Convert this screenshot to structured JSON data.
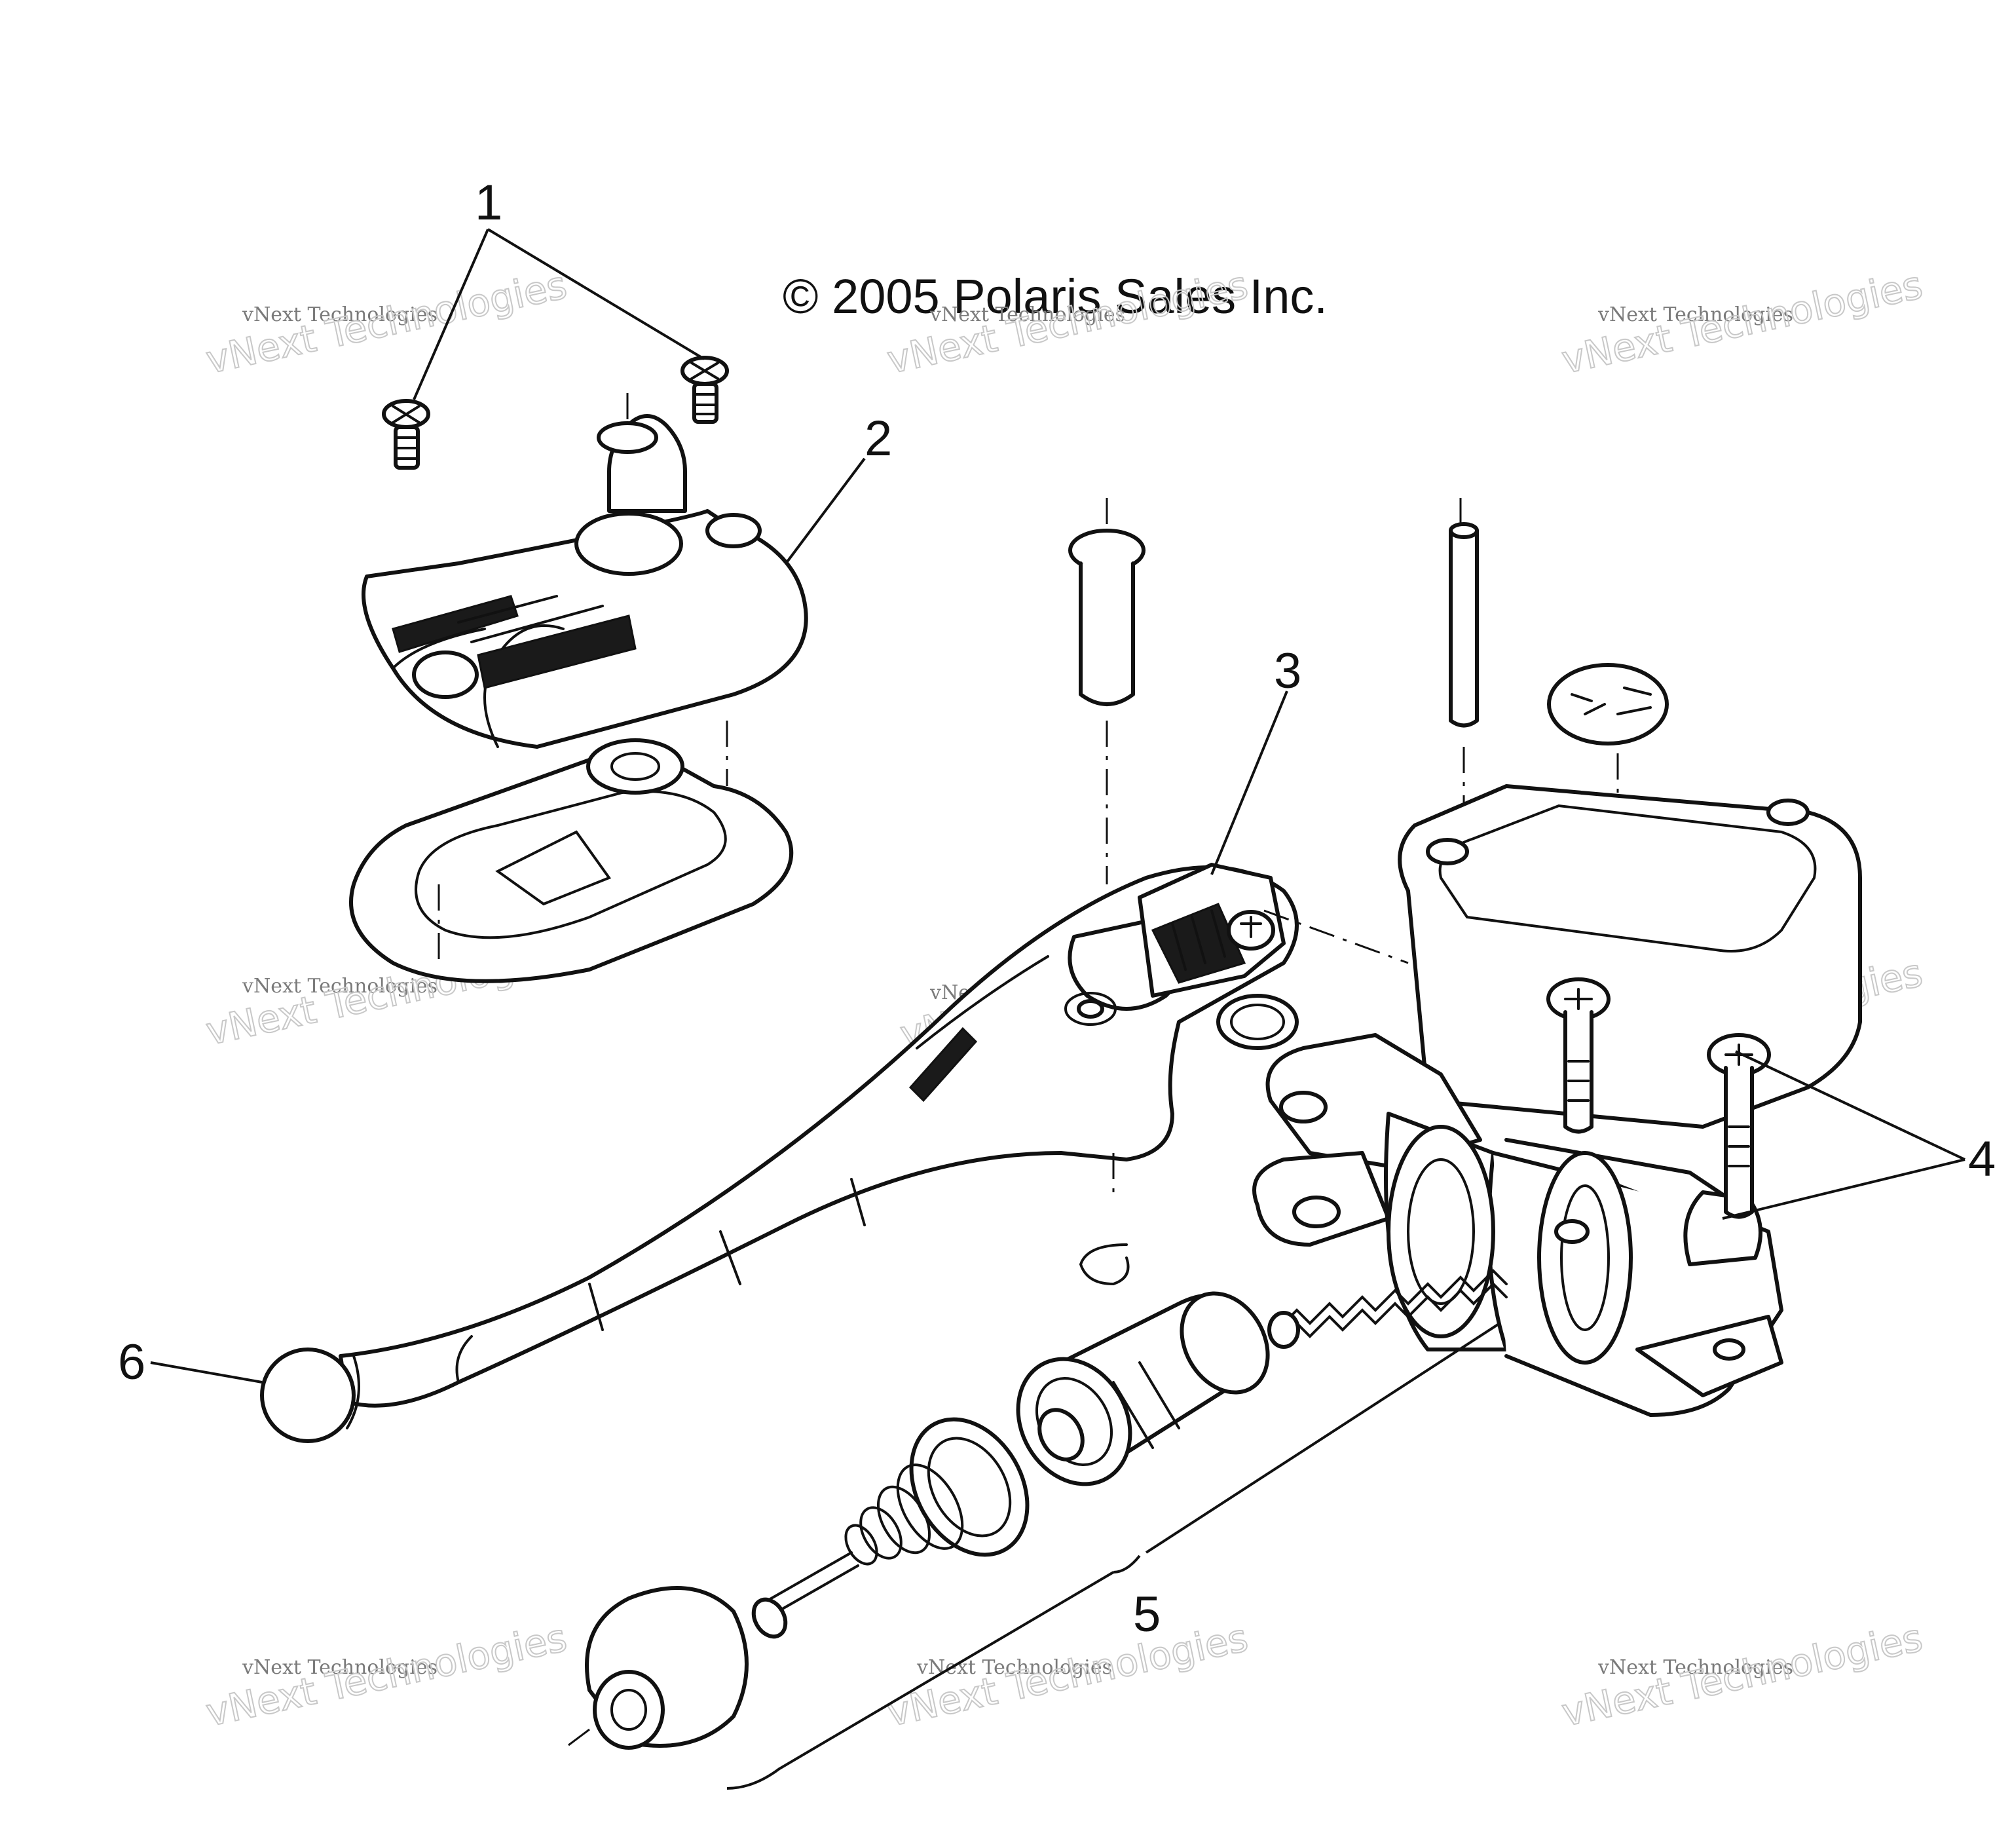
{
  "copyright": "© 2005 Polaris Sales Inc.",
  "watermark": {
    "line1": "vNext Technologies",
    "line2": "vNext Technologies"
  },
  "callouts": [
    "1",
    "2",
    "3",
    "4",
    "5",
    "6"
  ]
}
